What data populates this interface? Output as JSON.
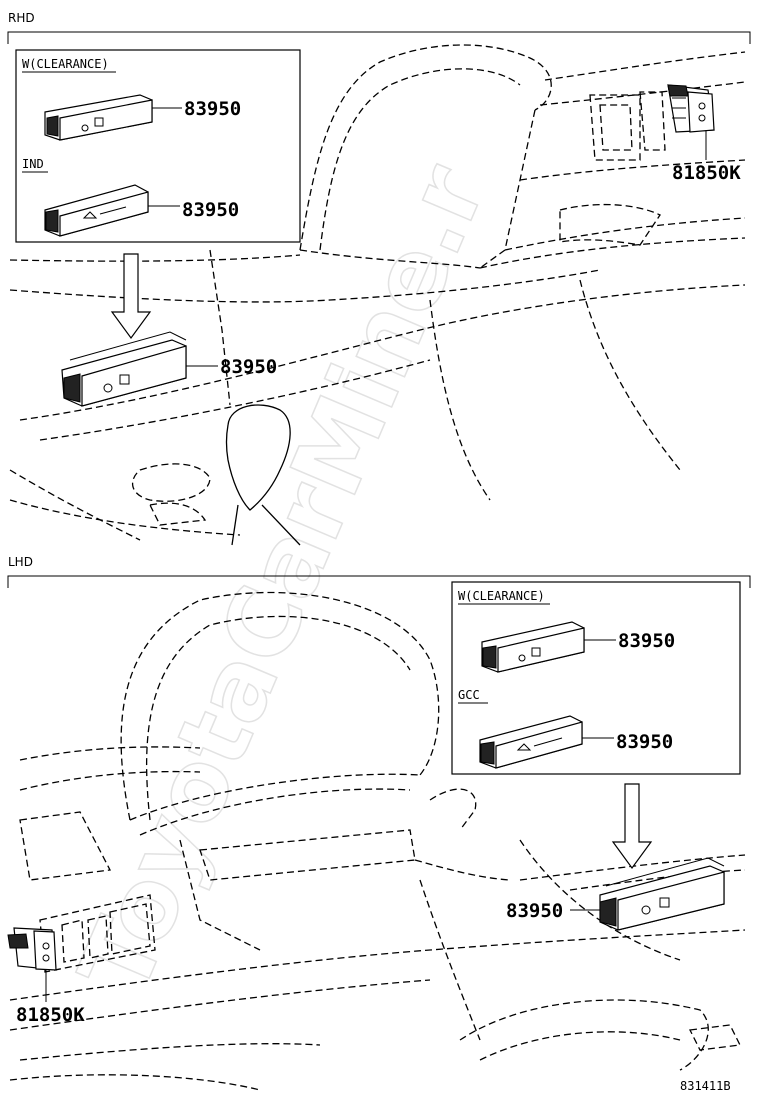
{
  "sections": {
    "rhd": {
      "label": "RHD",
      "inset": {
        "variant1": "W(CLEARANCE)",
        "variant2": "IND",
        "part1": "83950",
        "part2": "83950"
      },
      "main_part": "83950",
      "right_part": "81850K"
    },
    "lhd": {
      "label": "LHD",
      "inset": {
        "variant1": "W(CLEARANCE)",
        "variant2": "GCC",
        "part1": "83950",
        "part2": "83950"
      },
      "main_part": "83950",
      "left_part": "81850K"
    }
  },
  "watermark": "ToyotaCarMine.r",
  "figure_code": "831411B"
}
